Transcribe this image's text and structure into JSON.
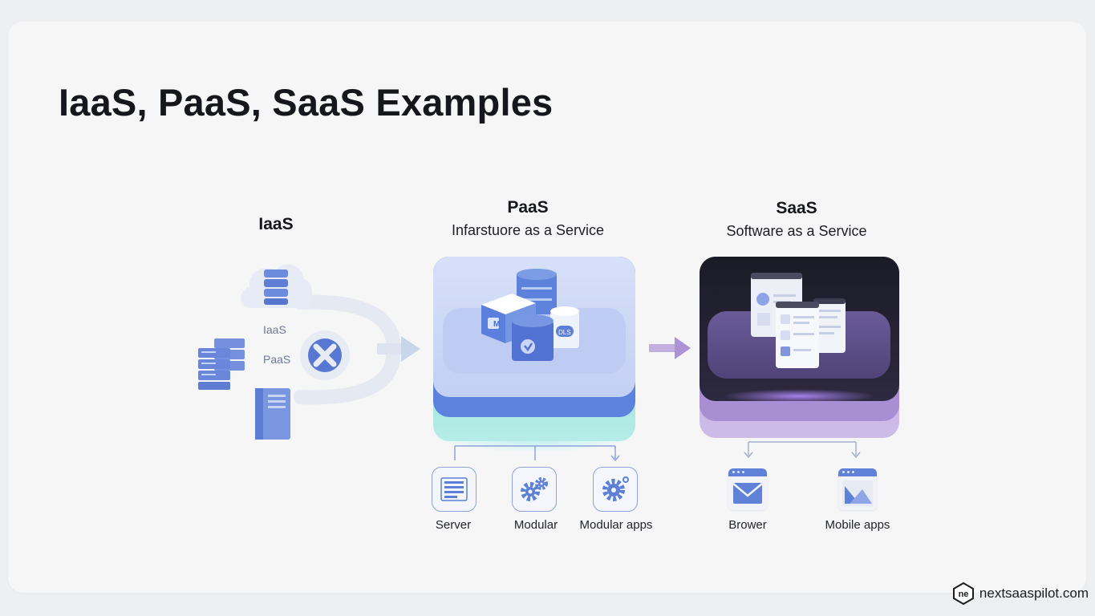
{
  "title": "IaaS, PaaS, SaaS Examples",
  "iaas": {
    "name": "IaaS",
    "inner_labels": [
      "IaaS",
      "PaaS"
    ]
  },
  "paas": {
    "name": "PaaS",
    "subtitle": "Infarstuore as a Service",
    "cube_badges": [
      "M",
      "DLS"
    ],
    "items": [
      {
        "label": "Server",
        "icon": "server-rack-icon"
      },
      {
        "label": "Modular",
        "icon": "gears-icon"
      },
      {
        "label": "Modular apps",
        "icon": "gear-icon"
      }
    ]
  },
  "saas": {
    "name": "SaaS",
    "subtitle": "Software as a Service",
    "items": [
      {
        "label": "Brower",
        "icon": "mail-window-icon"
      },
      {
        "label": "Mobile apps",
        "icon": "image-window-icon"
      }
    ]
  },
  "brand": {
    "logo": "ne",
    "site": "nextsaaspilot.com"
  },
  "colors": {
    "accent_blue": "#5f82d8",
    "teal": "#7fdad3",
    "saas_dark": "#1f1f2b",
    "saas_purple": "#6a5a96",
    "arrow_purple": "#b49ad7"
  }
}
